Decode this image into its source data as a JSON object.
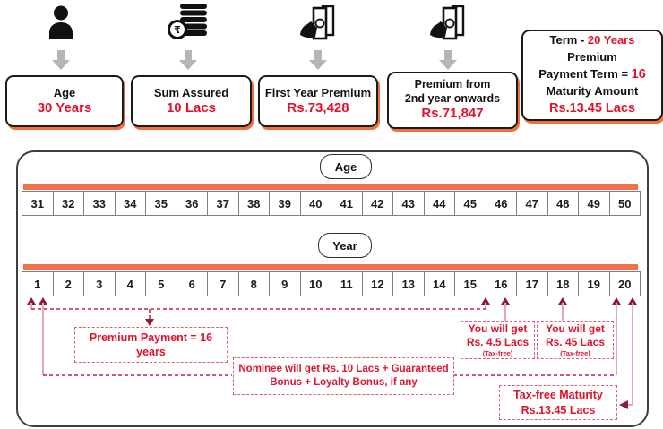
{
  "cards": [
    {
      "icon": "person-icon",
      "lines": [
        "Age"
      ],
      "value": "30 Years"
    },
    {
      "icon": "rupee-coins-icon",
      "lines": [
        "Sum Assured"
      ],
      "value": "10 Lacs"
    },
    {
      "icon": "money-hand-icon",
      "lines": [
        "First Year Premium"
      ],
      "value": "Rs.73,428"
    },
    {
      "icon": "money-hand-icon",
      "lines": [
        "Premium from",
        "2nd year onwards"
      ],
      "value": "Rs.71,847"
    }
  ],
  "term_card": {
    "term_label": "Term  - ",
    "term_value": "20 Years",
    "premium_word": "Premium",
    "payment_term_label": "Payment Term = ",
    "payment_term_value": "16",
    "maturity_label": "Maturity Amount",
    "maturity_value": "Rs.13.45 Lacs"
  },
  "timeline": {
    "age_label": "Age",
    "ages": [
      "31",
      "32",
      "33",
      "34",
      "35",
      "36",
      "37",
      "38",
      "39",
      "40",
      "41",
      "42",
      "43",
      "44",
      "45",
      "46",
      "47",
      "48",
      "49",
      "50"
    ],
    "year_label": "Year",
    "years": [
      "1",
      "2",
      "3",
      "4",
      "5",
      "6",
      "7",
      "8",
      "9",
      "10",
      "11",
      "12",
      "13",
      "14",
      "15",
      "16",
      "17",
      "18",
      "19",
      "20"
    ]
  },
  "annotations": {
    "premium_payment": "Premium Payment = 16 years",
    "nominee_line1": "Nominee will get Rs. 10 Lacs + Guaranteed",
    "nominee_line2": "Bonus + Loyalty Bonus, if any",
    "benefit_year16_line1": "You will get",
    "benefit_year16_line2": "Rs. 4.5 Lacs",
    "benefit_year16_note": "(Tax-free)",
    "benefit_year18_line1": "You will get",
    "benefit_year18_line2": "Rs. 45 Lacs",
    "benefit_year18_note": "(Tax-free)",
    "maturity_line1": "Tax-free Maturity",
    "maturity_line2": "Rs.13.45 Lacs"
  },
  "colors": {
    "accent_orange": "#F0714B",
    "shadow_orange": "#F0703C",
    "text_red": "#E1142D",
    "arrowhead_maroon": "#8C1D38",
    "stem_pink": "#E8A7B0",
    "dashed_crimson": "#C2223A",
    "icon_black": "#111111",
    "arrow_gray": "#B5B5B5"
  }
}
